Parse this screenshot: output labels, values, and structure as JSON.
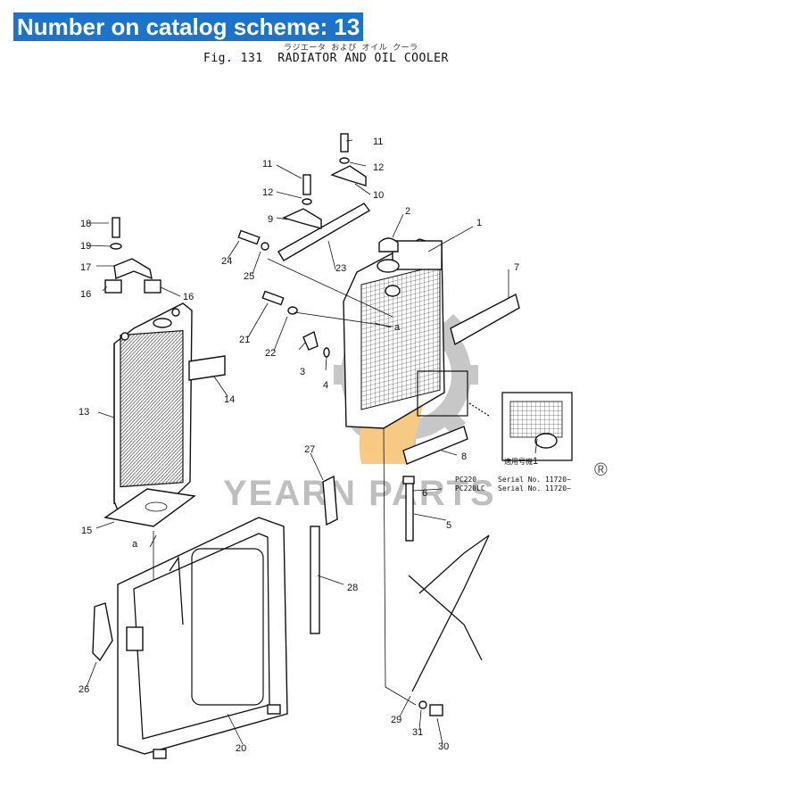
{
  "banner": {
    "text": "Number on catalog scheme: 13"
  },
  "figure": {
    "number": "Fig. 131",
    "title": "RADIATOR AND OIL COOLER",
    "jp_subtitle": "ラジエータ および オイル クーラ"
  },
  "watermark": {
    "brand": "YEARN PARTS",
    "mark": "®"
  },
  "serial_note": {
    "heading": "適用号機",
    "rows": [
      {
        "model": "PC220",
        "serial": "Serial No. 11720~"
      },
      {
        "model": "PC220LC",
        "serial": "Serial No. 11720~"
      }
    ]
  },
  "callouts": {
    "c1": "1",
    "c1b": "1",
    "c2": "2",
    "c3": "3",
    "c4": "4",
    "c5": "5",
    "c6": "6",
    "c7": "7",
    "c8": "8",
    "c9": "9",
    "c10": "10",
    "c11a": "11",
    "c11b": "11",
    "c12a": "12",
    "c12b": "12",
    "c13": "13",
    "c14": "14",
    "c15": "15",
    "c16a": "16",
    "c16b": "16",
    "c17": "17",
    "c18": "18",
    "c19": "19",
    "c20": "20",
    "c21": "21",
    "c22": "22",
    "c23": "23",
    "c24": "24",
    "c25": "25",
    "c26": "26",
    "c27": "27",
    "c28": "28",
    "c29": "29",
    "c30": "30",
    "c31": "31",
    "a1": "a",
    "a2": "a"
  },
  "colors": {
    "banner_bg": "#1b74c9",
    "banner_text": "#ffffff",
    "watermark_gear": "#9a9a9a",
    "watermark_flame": "#f2a020"
  }
}
